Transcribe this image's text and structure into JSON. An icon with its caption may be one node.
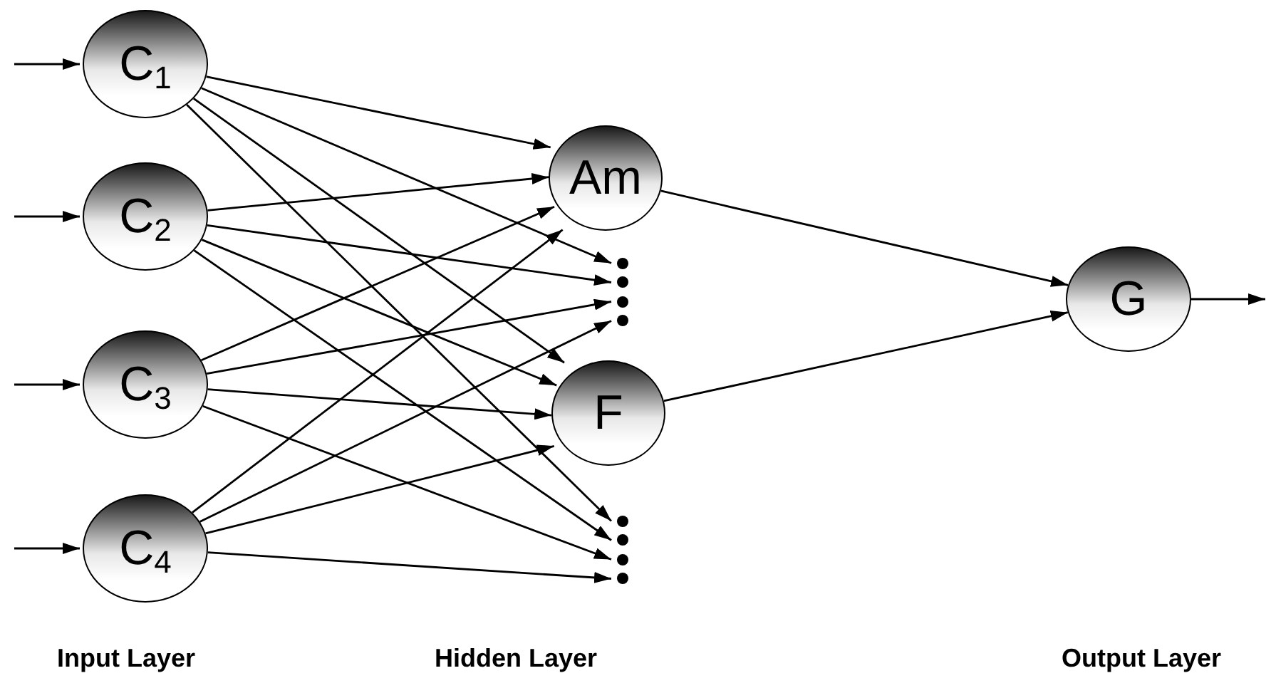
{
  "diagram": {
    "nodes": [
      {
        "text": [
          "C$_{1}$"
        ]
      },
      {
        "text": [
          "C$_{2}$"
        ]
      },
      {
        "text": [
          "C$_{3}$"
        ]
      },
      {
        "text": [
          "C$_{4}$"
        ]
      },
      {
        "text": [
          "Am"
        ]
      },
      {
        "text": [],
        "shape": "dots"
      },
      {
        "text": [
          "F"
        ]
      },
      {
        "text": [],
        "shape": "dots"
      },
      {
        "text": [
          "G"
        ]
      }
    ],
    "edges": [
      {
        "from": null,
        "to": 0,
        "arrow": "to"
      },
      {
        "from": null,
        "to": 1,
        "arrow": "to"
      },
      {
        "from": null,
        "to": 2,
        "arrow": "to"
      },
      {
        "from": null,
        "to": 3,
        "arrow": "to"
      },
      {
        "from": 0,
        "to": 4,
        "arrow": "to"
      },
      {
        "from": 0,
        "to": 5,
        "arrow": "to"
      },
      {
        "from": 0,
        "to": 6,
        "arrow": "to"
      },
      {
        "from": 0,
        "to": 7,
        "arrow": "to"
      },
      {
        "from": 1,
        "to": 4,
        "arrow": "to"
      },
      {
        "from": 1,
        "to": 5,
        "arrow": "to"
      },
      {
        "from": 1,
        "to": 6,
        "arrow": "to"
      },
      {
        "from": 1,
        "to": 7,
        "arrow": "to"
      },
      {
        "from": 2,
        "to": 4,
        "arrow": "to"
      },
      {
        "from": 2,
        "to": 5,
        "arrow": "to"
      },
      {
        "from": 2,
        "to": 6,
        "arrow": "to"
      },
      {
        "from": 2,
        "to": 7,
        "arrow": "to"
      },
      {
        "from": 3,
        "to": 4,
        "arrow": "to"
      },
      {
        "from": 3,
        "to": 5,
        "arrow": "to"
      },
      {
        "from": 3,
        "to": 6,
        "arrow": "to"
      },
      {
        "from": 3,
        "to": 7,
        "arrow": "to"
      },
      {
        "from": 4,
        "to": 8,
        "arrow": "to"
      },
      {
        "from": 6,
        "to": 8,
        "arrow": "to"
      },
      {
        "from": 8,
        "to": null,
        "arrow": "to"
      }
    ],
    "labels": [
      "Input Layer",
      "Hidden Layer",
      "Output Layer"
    ]
  }
}
